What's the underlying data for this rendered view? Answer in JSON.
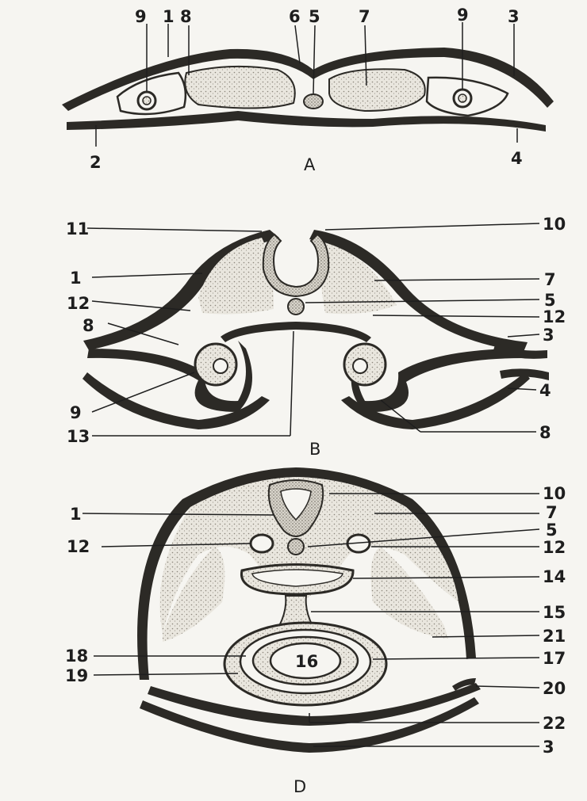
{
  "panels": {
    "A": {
      "caption": "A",
      "labels": [
        "9",
        "1",
        "8",
        "6",
        "5",
        "7",
        "9",
        "3",
        "2",
        "4"
      ]
    },
    "B": {
      "caption": "B",
      "labels": [
        "11",
        "10",
        "1",
        "7",
        "12",
        "5",
        "12",
        "8",
        "3",
        "4",
        "9",
        "8",
        "13"
      ]
    },
    "D": {
      "caption": "D",
      "labels": [
        "10",
        "1",
        "7",
        "5",
        "12",
        "12",
        "14",
        "15",
        "21",
        "18",
        "17",
        "16",
        "19",
        "20",
        "22",
        "3"
      ]
    }
  }
}
